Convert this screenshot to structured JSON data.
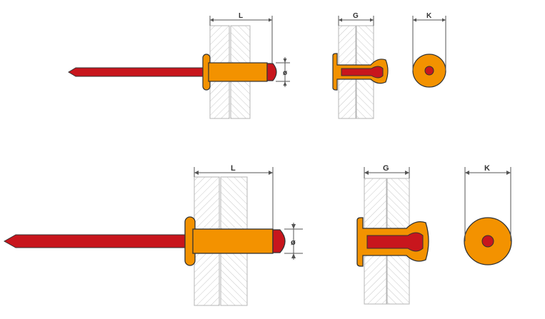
{
  "labels": {
    "length": "L",
    "grip": "G",
    "head": "K",
    "diameter": "ø"
  },
  "colors": {
    "mandrel": "#c8161d",
    "body": "#f39200",
    "outline": "#333333",
    "material_stroke": "#b5b5b5",
    "dimension_line": "#555555"
  }
}
